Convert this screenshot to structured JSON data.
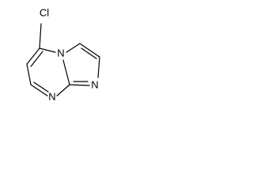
{
  "molecule": {
    "atoms": {
      "chlorine": "Cl",
      "nitrogen_bridge": "N",
      "nitrogen_pyrimidine": "N",
      "nitrogen_imidazole": "N"
    }
  }
}
